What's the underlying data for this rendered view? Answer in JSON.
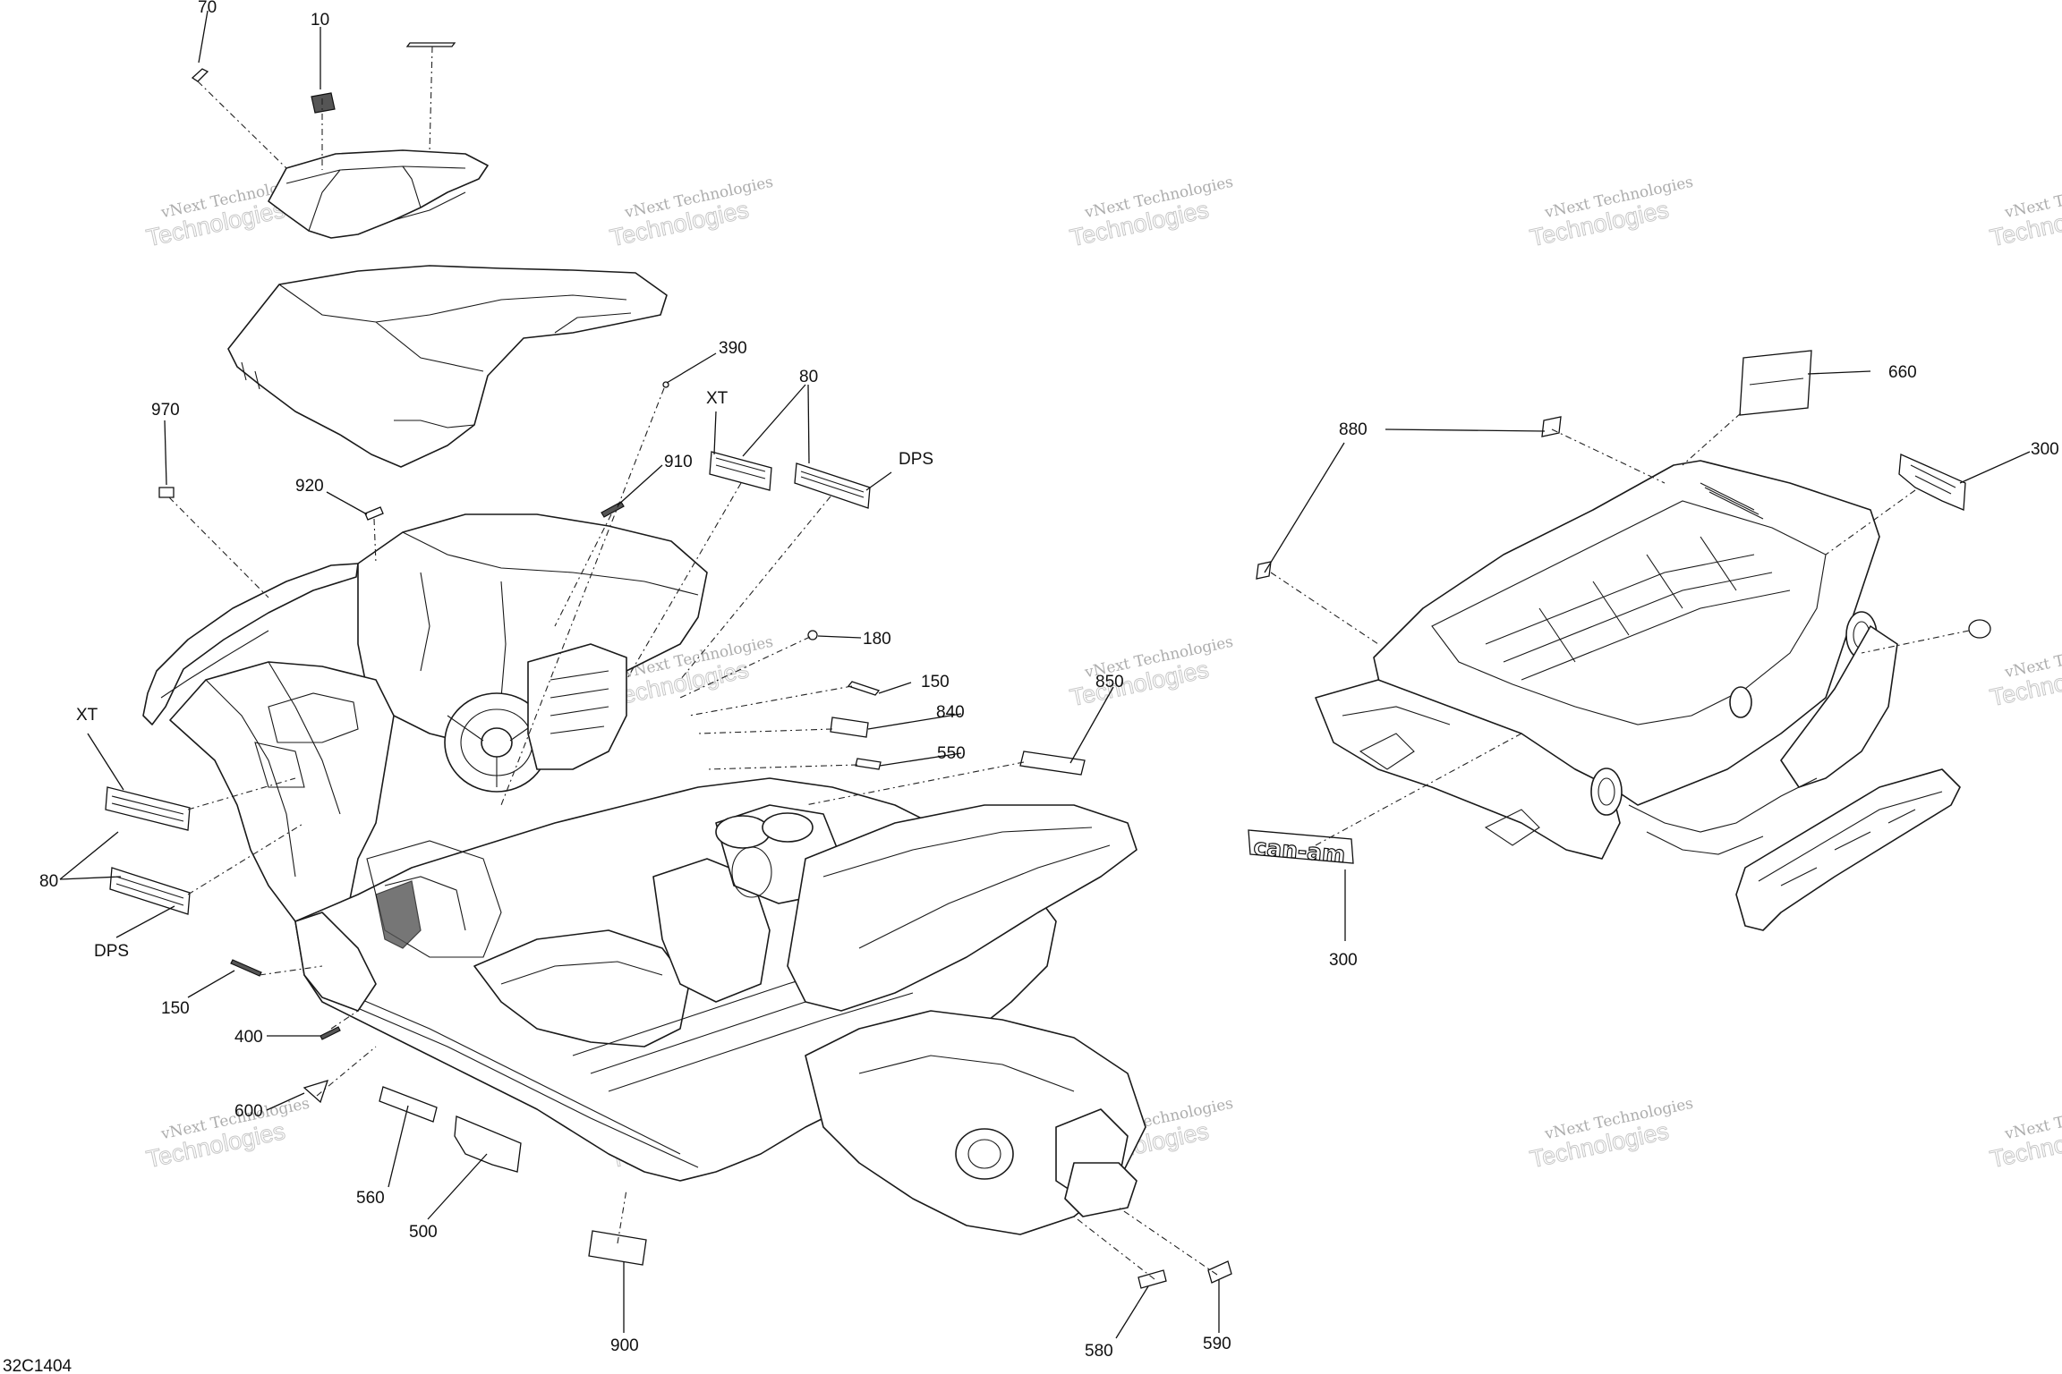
{
  "diagram_code": "32C1404",
  "watermark": {
    "line1": "vNext Technologies",
    "line2": "Technologies"
  },
  "callouts": {
    "c70": "70",
    "c10": "10",
    "c390": "390",
    "xt_top": "XT",
    "c80_top": "80",
    "c910": "910",
    "dps_top": "DPS",
    "c970": "970",
    "c920": "920",
    "c180": "180",
    "c150_right": "150",
    "c840": "840",
    "c550": "550",
    "c850": "850",
    "xt_left": "XT",
    "c80_left": "80",
    "dps_left": "DPS",
    "c150_left": "150",
    "c400": "400",
    "c600": "600",
    "c560": "560",
    "c500": "500",
    "c900": "900",
    "c580": "580",
    "c590": "590",
    "c880": "880",
    "c660": "660",
    "c300_right": "300",
    "c300_bottom": "300"
  },
  "logo_text": "can-am",
  "colors": {
    "line": "#1a1a1a",
    "watermark": "#8a8a8a",
    "background": "#ffffff"
  }
}
